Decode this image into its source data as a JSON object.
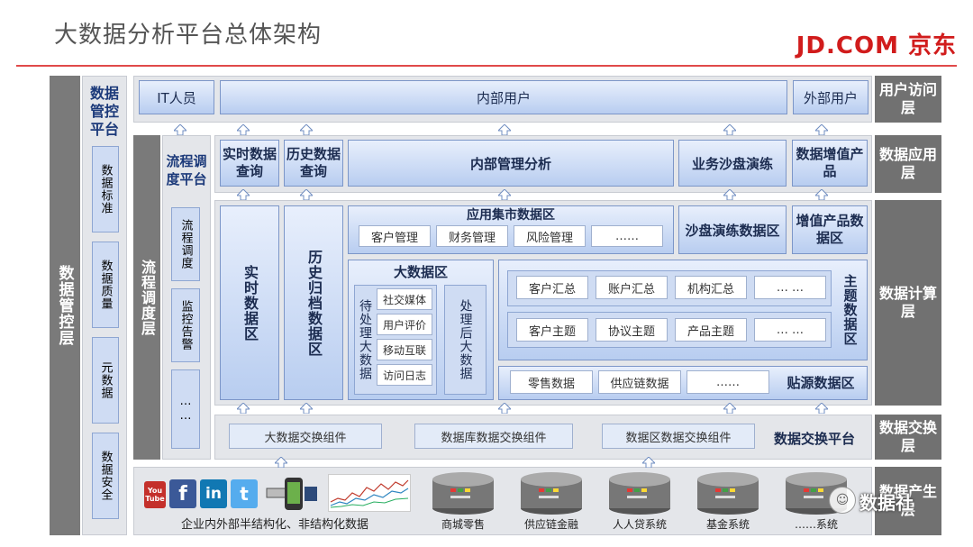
{
  "title": "大数据分析平台总体架构",
  "brand": "JD.COM 京东",
  "left": {
    "outer": "数据管控层",
    "platform": "数据管控平台",
    "items": [
      "数据标准",
      "数据质量",
      "元数据",
      "数据安全"
    ]
  },
  "flow": {
    "outer": "流程调度层",
    "platform": "流程调度平台",
    "items": [
      "流程调度",
      "监控告警",
      "……"
    ]
  },
  "layers": {
    "user": "用户访问层",
    "app": "数据应用层",
    "compute": "数据计算层",
    "exchange": "数据交换层",
    "produce": "数据产生层"
  },
  "users": {
    "it": "IT人员",
    "internal": "内部用户",
    "external": "外部用户"
  },
  "apps": {
    "realtime": "实时数据查询",
    "history": "历史数据查询",
    "mgmt": "内部管理分析",
    "sandbox": "业务沙盘演练",
    "vas": "数据增值产品"
  },
  "compute": {
    "realtime_zone": "实时数据区",
    "history_zone": "历史归档数据区",
    "mart": {
      "title": "应用集市数据区",
      "items": [
        "客户管理",
        "财务管理",
        "风险管理",
        "……"
      ]
    },
    "sandbox_zone": "沙盘演练数据区",
    "vas_zone": "增值产品数据区",
    "bigdata": {
      "title": "大数据区",
      "pending": "待处理大数据",
      "items": [
        "社交媒体",
        "用户评价",
        "移动互联",
        "访问日志"
      ],
      "processed": "处理后大数据"
    },
    "topic": {
      "label": "主题数据区",
      "row1": [
        "客户汇总",
        "账户汇总",
        "机构汇总",
        "… …"
      ],
      "row2": [
        "客户主题",
        "协议主题",
        "产品主题",
        "… …"
      ]
    },
    "source": {
      "label": "贴源数据区",
      "items": [
        "零售数据",
        "供应链数据",
        "……"
      ]
    }
  },
  "exchange": {
    "items": [
      "大数据交换组件",
      "数据库数据交换组件",
      "数据区数据交换组件"
    ],
    "label": "数据交换平台"
  },
  "produce": {
    "social_icons": [
      "You Tube",
      "f",
      "in",
      "t"
    ],
    "semi": "企业内外部半结构化、非结构化数据",
    "systems": [
      "商城零售",
      "供应链金融",
      "人人贷系统",
      "基金系统",
      "……系统"
    ]
  },
  "watermark": "数据社",
  "colors": {
    "accent": "#d11c1c",
    "layer_bg": "#717171",
    "box_blue": "#b8cdf0"
  }
}
